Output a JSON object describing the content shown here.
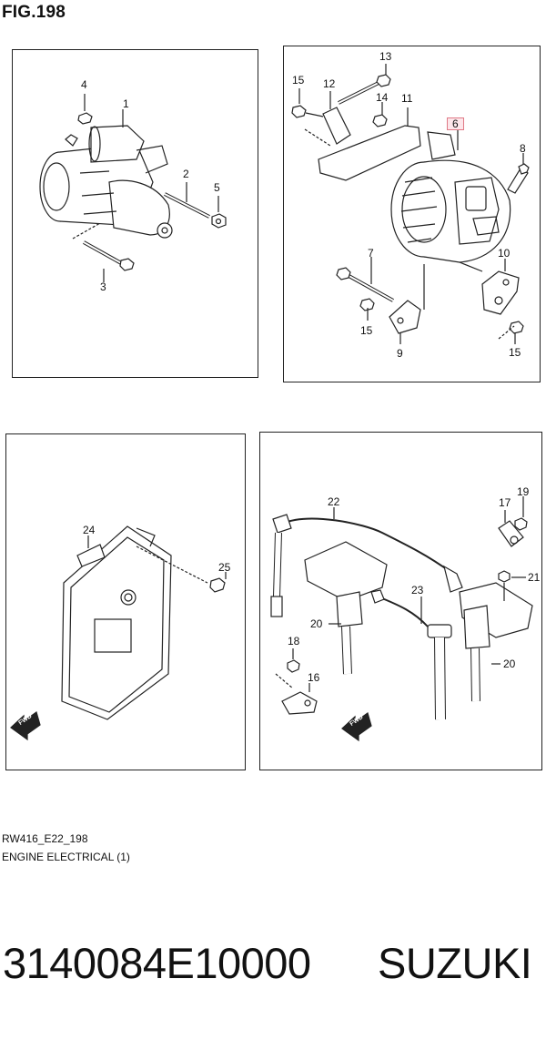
{
  "figure": {
    "title": "FIG.198"
  },
  "callouts": {
    "c1": "1",
    "c2": "2",
    "c3": "3",
    "c4": "4",
    "c5": "5",
    "c6": "6",
    "c7": "7",
    "c8": "8",
    "c9": "9",
    "c10": "10",
    "c11": "11",
    "c12": "12",
    "c13": "13",
    "c14": "14",
    "c15a": "15",
    "c15b": "15",
    "c15c": "15",
    "c16": "16",
    "c17": "17",
    "c18": "18",
    "c19": "19",
    "c20a": "20",
    "c20b": "20",
    "c21": "21",
    "c22": "22",
    "c23": "23",
    "c24": "24",
    "c25": "25"
  },
  "highlight_color": "#e07a86",
  "labels": {
    "fwd_left": "FWD",
    "fwd_right": "FWD"
  },
  "footer": {
    "code": "RW416_E22_198",
    "title": "ENGINE ELECTRICAL (1)",
    "part_number": "3140084E10000",
    "brand": "SUZUKI"
  }
}
